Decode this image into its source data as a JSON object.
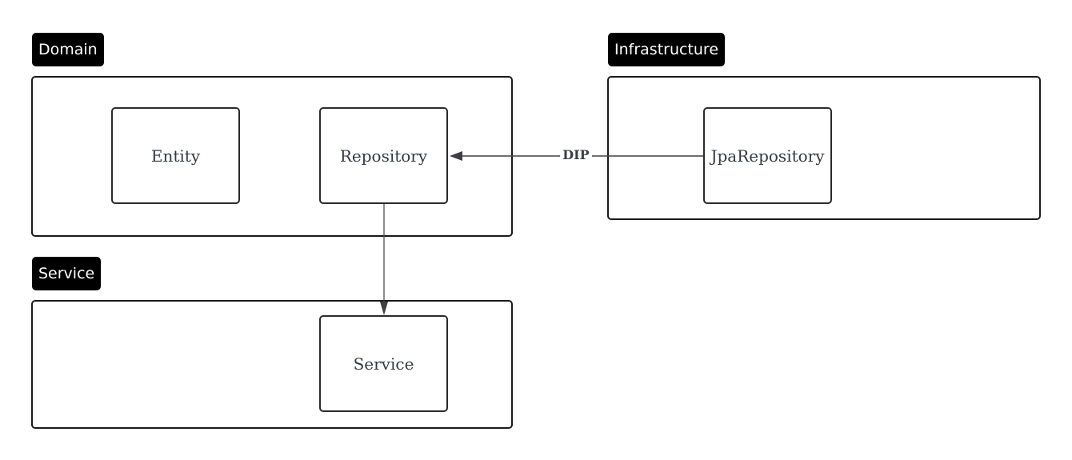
{
  "layers": {
    "domain": {
      "label": "Domain"
    },
    "infrastructure": {
      "label": "Infrastructure"
    },
    "service": {
      "label": "Service"
    }
  },
  "components": {
    "entity": "Entity",
    "repository": "Repository",
    "jpa_repository": "JpaRepository",
    "service": "Service"
  },
  "connectors": {
    "dip": {
      "label": "DIP",
      "from": "JpaRepository",
      "to": "Repository"
    },
    "repo_to_service": {
      "from": "Repository",
      "to": "Service"
    }
  },
  "colors": {
    "label_bg": "#000000",
    "label_text": "#ffffff",
    "border": "#1a1a1a",
    "arrow": "#3c4043",
    "node_text": "#333a40"
  }
}
